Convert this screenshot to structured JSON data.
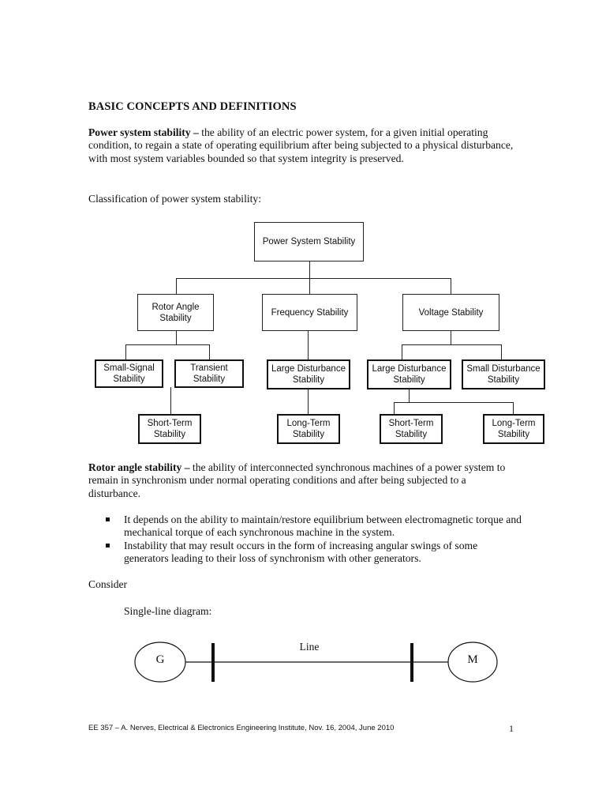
{
  "heading": "BASIC CONCEPTS AND DEFINITIONS",
  "p1": {
    "term": "Power system stability –",
    "body": " the ability of an electric power system, for a given initial operating condition, to regain a state of operating equilibrium after being subjected to a physical disturbance, with most system variables bounded so that system integrity is preserved."
  },
  "classification_intro": "Classification of power system stability:",
  "tree": {
    "root": "Power System Stability",
    "rotor": "Rotor Angle Stability",
    "frequency": "Frequency Stability",
    "voltage": "Voltage Stability",
    "small_signal": "Small-Signal Stability",
    "transient": "Transient Stability",
    "freq_large": "Large Disturbance Stability",
    "volt_large": "Large Disturbance Stability",
    "volt_small": "Small Disturbance Stability",
    "rotor_short": "Short-Term Stability",
    "freq_long": "Long-Term Stability",
    "volt_short": "Short-Term Stability",
    "volt_long": "Long-Term Stability"
  },
  "p3": {
    "term": "Rotor angle stability –",
    "body": " the ability of interconnected synchronous machines of a power system to remain in synchronism under normal operating conditions and after being subjected to a disturbance."
  },
  "bullets": [
    "It depends on the ability to maintain/restore equilibrium between electromagnetic torque and mechanical torque of each synchronous machine in the system.",
    "Instability that may result occurs in the form of increasing angular swings of some generators leading to their loss of synchronism with other generators."
  ],
  "consider": "Consider",
  "single_line_label": "Single-line diagram:",
  "sld": {
    "generator": "G",
    "line": "Line",
    "motor": "M"
  },
  "footer": "EE 357 – A. Nerves, Electrical & Electronics Engineering Institute, Nov. 16, 2004, June 2010",
  "page_number": "1"
}
